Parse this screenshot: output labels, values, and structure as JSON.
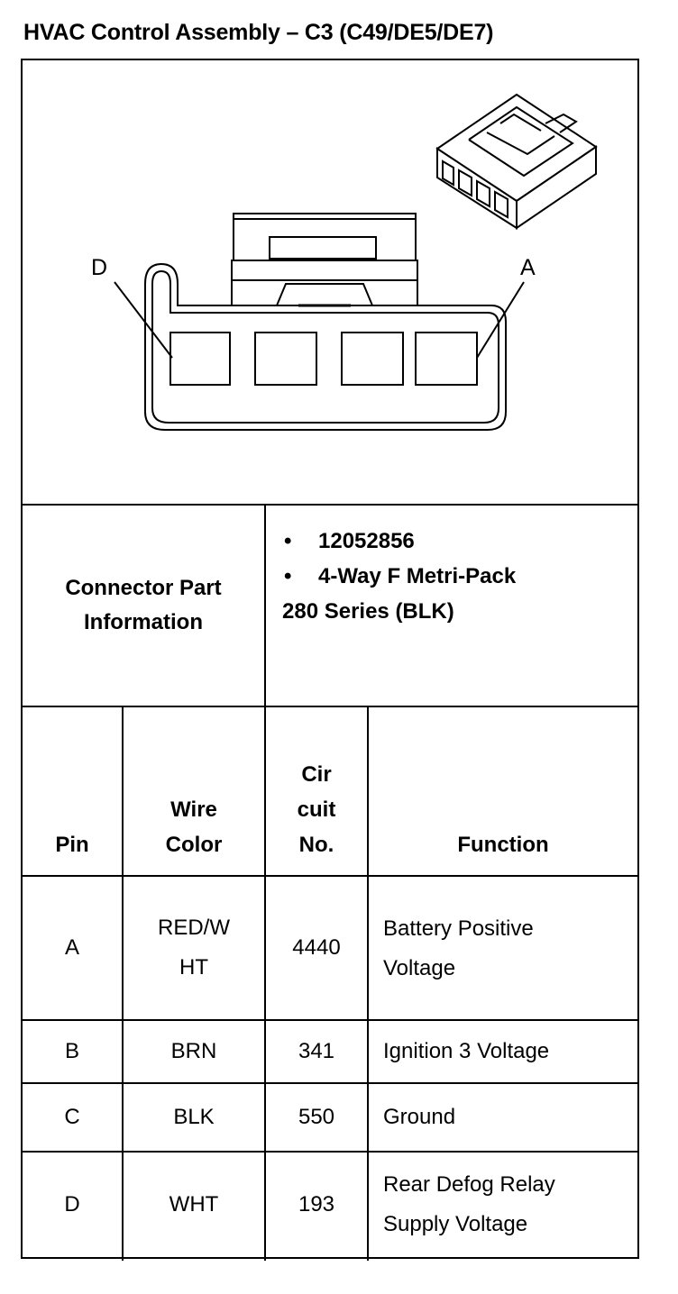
{
  "title": "HVAC Control Assembly – C3 (C49/DE5/DE7)",
  "figure": {
    "label_left": "D",
    "label_right": "A"
  },
  "part_info": {
    "label_line1": "Connector Part",
    "label_line2": "Information",
    "bullet_symbol": "•",
    "item1": "12052856",
    "item2": "4-Way F Metri-Pack",
    "item2_cont": "280 Series (BLK)"
  },
  "table": {
    "headers": {
      "pin": "Pin",
      "wire_color_line1": "Wire",
      "wire_color_line2": "Color",
      "circuit_line1": "Cir",
      "circuit_line2": "cuit",
      "circuit_line3": "No.",
      "function": "Function"
    },
    "rows": [
      {
        "pin": "A",
        "color_line1": "RED/W",
        "color_line2": "HT",
        "circuit": "4440",
        "function_line1": "Battery Positive",
        "function_line2": "Voltage"
      },
      {
        "pin": "B",
        "color": "BRN",
        "circuit": "341",
        "function": "Ignition 3 Voltage"
      },
      {
        "pin": "C",
        "color": "BLK",
        "circuit": "550",
        "function": "Ground"
      },
      {
        "pin": "D",
        "color": "WHT",
        "circuit": "193",
        "function_line1": "Rear Defog Relay",
        "function_line2": "Supply Voltage"
      }
    ]
  }
}
